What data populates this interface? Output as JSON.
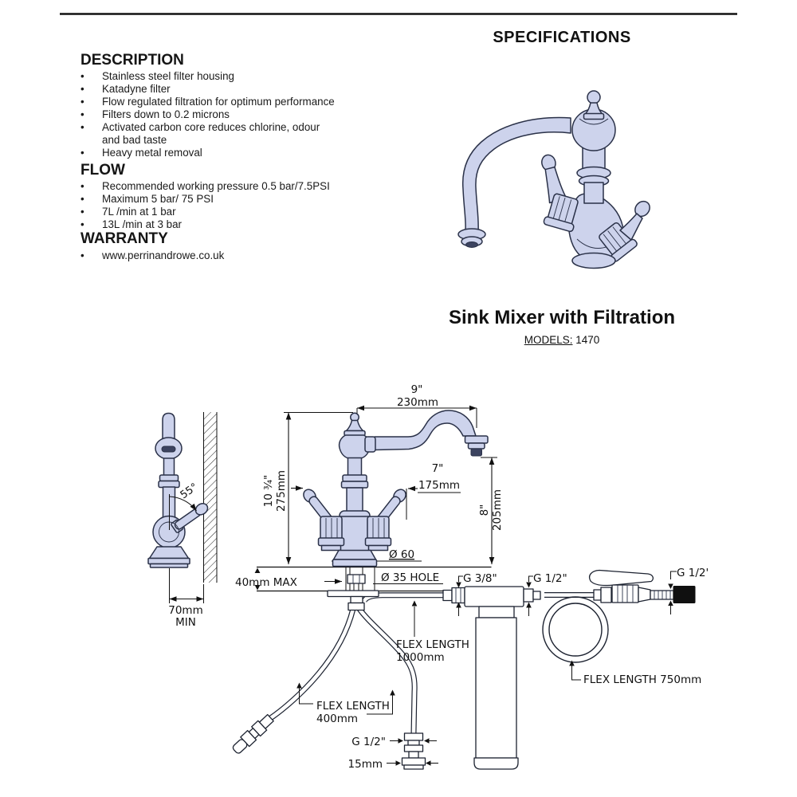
{
  "header": {
    "specifications_title": "SPECIFICATIONS"
  },
  "description": {
    "heading": "DESCRIPTION",
    "items": [
      {
        "bullet": "•",
        "text": "Stainless steel filter housing"
      },
      {
        "bullet": "•",
        "text": "Katadyne filter"
      },
      {
        "bullet": "•",
        "text": "Flow regulated filtration for optimum performance"
      },
      {
        "bullet": "•",
        "text": "Filters down to 0.2 microns"
      },
      {
        "bullet": "•",
        "text": "Activated carbon core reduces chlorine, odour"
      },
      {
        "bullet": "",
        "text": "and bad taste"
      },
      {
        "bullet": "•",
        "text": "Heavy metal removal"
      }
    ]
  },
  "flow": {
    "heading": "FLOW",
    "items": [
      {
        "bullet": "•",
        "text": "Recommended working pressure 0.5 bar/7.5PSI"
      },
      {
        "bullet": "•",
        "text": "Maximum 5 bar/ 75 PSI"
      },
      {
        "bullet": "•",
        "text": "7L /min at 1 bar"
      },
      {
        "bullet": "•",
        "text": "13L /min at 3 bar"
      }
    ]
  },
  "warranty": {
    "heading": "WARRANTY",
    "items": [
      {
        "bullet": "•",
        "text": "www.perrinandrowe.co.uk"
      }
    ]
  },
  "product": {
    "title": "Sink Mixer with Filtration",
    "models_label": "MODELS:",
    "models_value": " 1470"
  },
  "drawing": {
    "side": {
      "angle": "55°",
      "min_line1": "70mm",
      "min_line2": "MIN"
    },
    "front": {
      "reach_in": "9\"",
      "reach_mm": "230mm",
      "height_in": "10 ¾\"",
      "height_mm": "275mm",
      "handle_in": "7\"",
      "handle_mm": "175mm",
      "outlet_in": "8\"",
      "outlet_mm": "205mm",
      "base_dia": "Ø 60",
      "hole_dia": "Ø 35 HOLE",
      "deck_max": "40mm MAX"
    },
    "plumbing": {
      "filter_inlet": "G 3/8\"",
      "filter_outlet": "G 1/2\"",
      "valve_outlet": "G 1/2'",
      "flex_filter_line1": "FLEX LENGTH",
      "flex_filter_line2": "1000mm",
      "flex_supply_line1": "FLEX LENGTH",
      "flex_supply_line2": "400mm",
      "flex_valve": "FLEX LENGTH 750mm",
      "supply_thread": "G 1/2\"",
      "supply_size": "15mm"
    }
  },
  "colors": {
    "faucet_fill": "#cdd3ec",
    "faucet_shadow": "#aeb5d9",
    "outline": "#2a3148",
    "line": "#111111"
  }
}
